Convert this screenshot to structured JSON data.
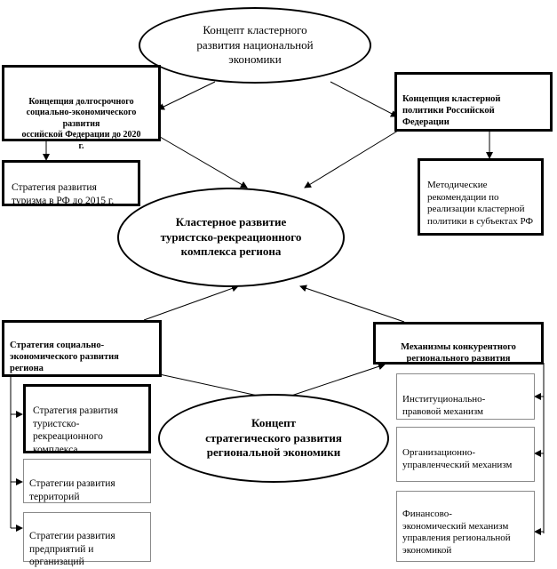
{
  "nodes": {
    "top_concept": "Концепт кластерного\nразвития национальной\nэкономики",
    "long_term_concept": "Концепция долгосрочного\nсоциально-экономического\nразвития\nоссийской Федерации до 2020\nг.",
    "cluster_policy_concept": "Концепция кластерной\nполитики Российской\nФедерации",
    "tourism_strategy": "Стратегия развития\nтуризма в РФ до 2015 г.",
    "method_recommendations": "Методические\nрекомендации по\nреализации кластерной\nполитики в субъектах РФ",
    "center_cluster": "Кластерное развитие\nтуристско-рекреационного\nкомплекса региона",
    "regional_strategy": "Стратегия социально-\nэкономического развития\nрегиона",
    "competitive_mechanisms": "Механизмы конкурентного\nрегионального развития",
    "trk_strategy": "Стратегия развития\nтуристско-\nрекреационного\nкомплекса",
    "territory_strategy": "Стратегии развития\nтерриторий",
    "enterprise_strategy": "Стратегии развития\nпредприятий и\nорганизаций",
    "bottom_concept": "Концепт\nстратегического развития\nрегиональной экономики",
    "institutional": "Институционально-\nправовой механизм",
    "organizational": "Организационно-\nуправленческий механизм",
    "financial": "Финансово-\nэкономический механизм\nуправления региональной\nэкономикой"
  },
  "colors": {
    "line": "#000000",
    "light_border": "#8a8a8a"
  }
}
